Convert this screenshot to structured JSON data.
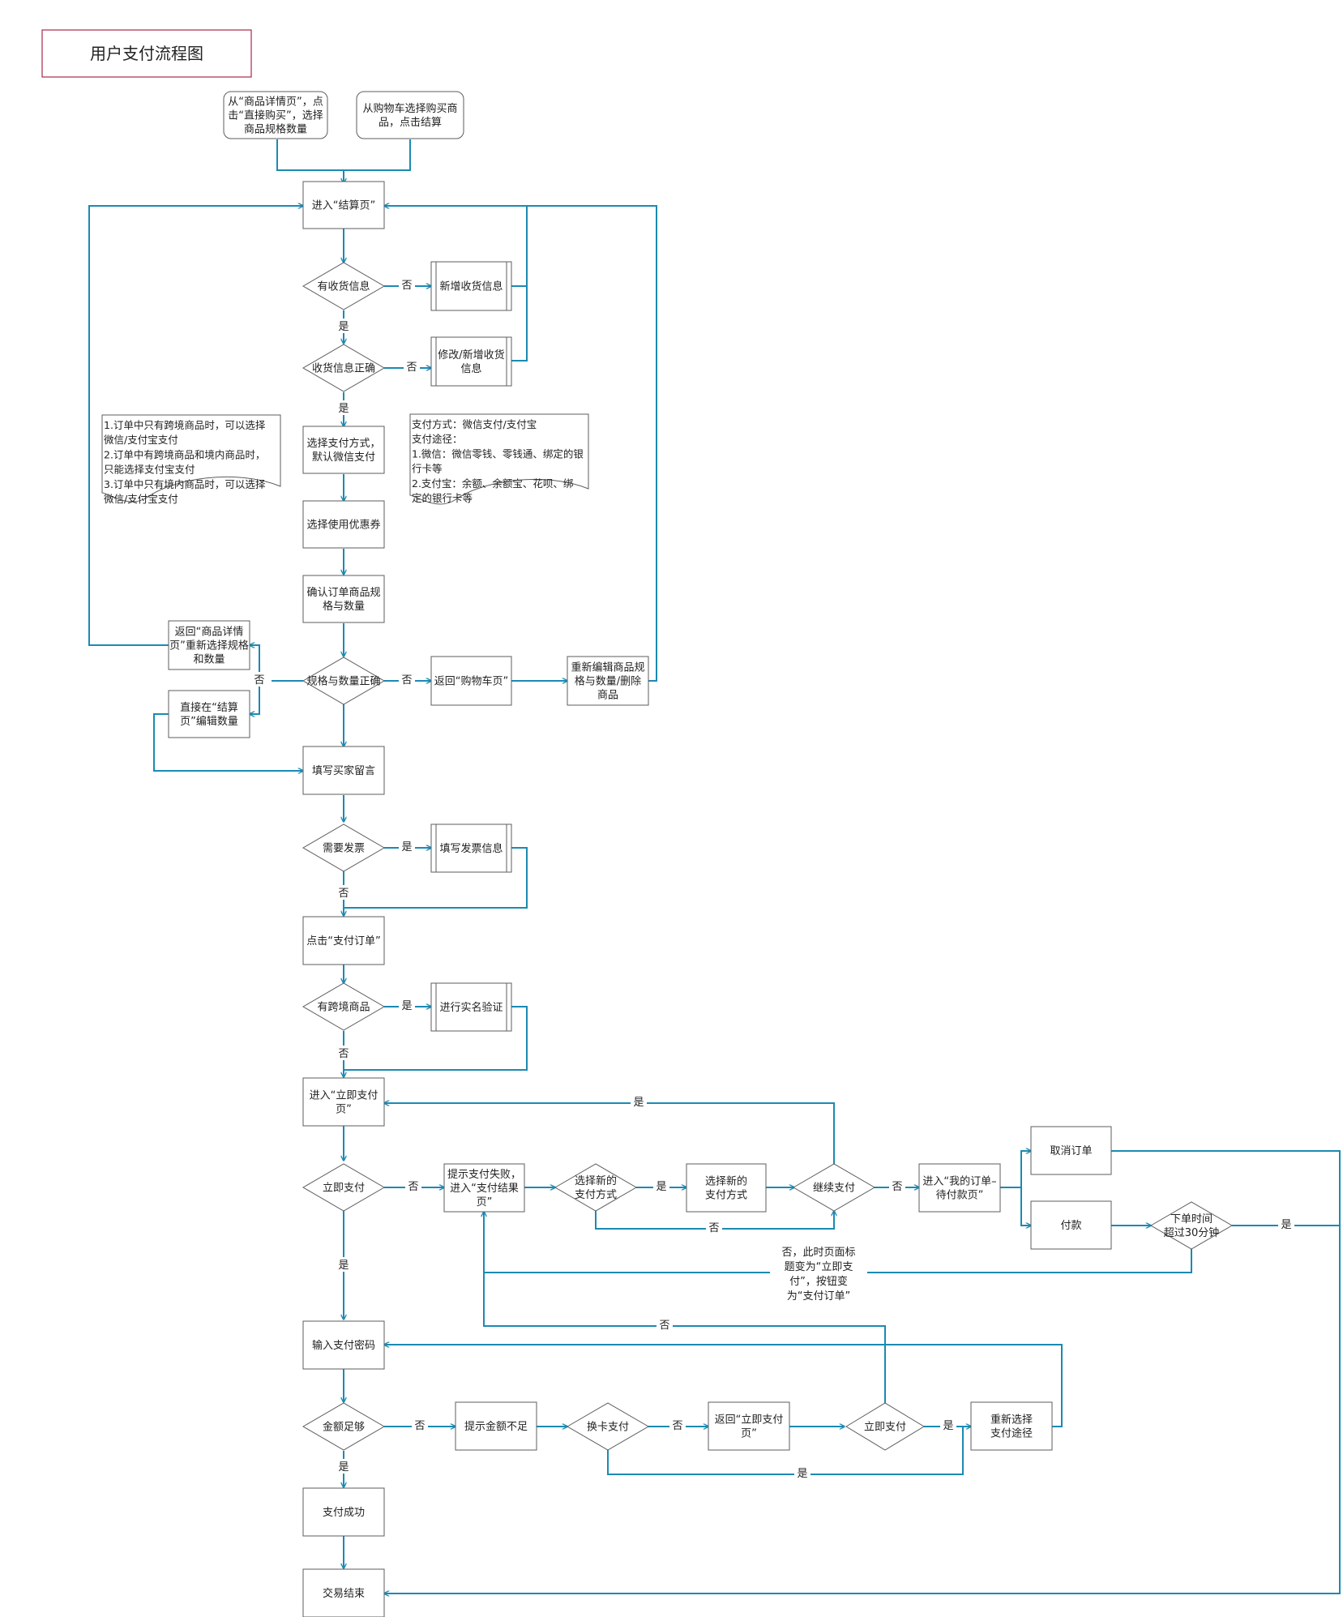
{
  "title": "用户支付流程图",
  "colors": {
    "edge": "#1b8ab3",
    "node_border": "#5c5c5c",
    "title_border": "#a8284a"
  },
  "nodes": {
    "start_detail": [
      "从“商品详情页”，点",
      "击“直接购买”，选择",
      "商品规格数量"
    ],
    "start_cart": [
      "从购物车选择购买商",
      "品，点击结算"
    ],
    "checkout": [
      "进入“结算页”"
    ],
    "has_address": [
      "有收货信息"
    ],
    "add_address": [
      "新增收货信息"
    ],
    "address_correct": [
      "收货信息正确"
    ],
    "edit_address": [
      "修改/新增收货",
      "信息"
    ],
    "choose_payment": [
      "选择支付方式，",
      "默认微信支付"
    ],
    "choose_coupon": [
      "选择使用优惠券"
    ],
    "confirm_spec": [
      "确认订单商品规",
      "格与数量"
    ],
    "spec_correct": [
      "规格与数量正确"
    ],
    "back_detail": [
      "返回“商品详情",
      "页”重新选择规格",
      "和数量"
    ],
    "edit_on_checkout": [
      "直接在“结算",
      "页”编辑数量"
    ],
    "back_cart": [
      "返回“购物车页”"
    ],
    "reedit_cart": [
      "重新编辑商品规",
      "格与数量/删除",
      "商品"
    ],
    "buyer_message": [
      "填写买家留言"
    ],
    "need_invoice": [
      "需要发票"
    ],
    "fill_invoice": [
      "填写发票信息"
    ],
    "click_pay_order": [
      "点击“支付订单”"
    ],
    "has_crossborder": [
      "有跨境商品"
    ],
    "realname_verify": [
      "进行实名验证"
    ],
    "pay_now_page": [
      "进入“立即支付",
      "页”"
    ],
    "pay_now": [
      "立即支付"
    ],
    "pay_fail": [
      "提示支付失败，",
      "进入“支付结果",
      "页”"
    ],
    "choose_new_method_q": [
      "选择新的",
      "支付方式"
    ],
    "choose_new_method": [
      "选择新的",
      "支付方式"
    ],
    "continue_pay": [
      "继续支付"
    ],
    "my_orders": [
      "进入“我的订单–",
      "待付款页”"
    ],
    "cancel_order": [
      "取消订单"
    ],
    "pay": [
      "付款"
    ],
    "timeout": [
      "下单时间",
      "超过30分钟"
    ],
    "enter_password": [
      "输入支付密码"
    ],
    "amount_enough": [
      "金额足够"
    ],
    "insufficient": [
      "提示金额不足"
    ],
    "change_card": [
      "换卡支付"
    ],
    "back_pay_now": [
      "返回“立即支付",
      "页”"
    ],
    "pay_now2": [
      "立即支付"
    ],
    "reselect_route": [
      "重新选择",
      "支付途径"
    ],
    "pay_success": [
      "支付成功"
    ],
    "deal_end": [
      "交易结束"
    ]
  },
  "notes": {
    "left_note": [
      "1.订单中只有跨境商品时，可以选择",
      "微信/支付宝支付",
      "2.订单中有跨境商品和境内商品时，",
      "只能选择支付宝支付",
      "3.订单中只有境内商品时，可以选择",
      "微信/支付宝支付"
    ],
    "right_note": [
      "支付方式：微信支付/支付宝",
      "支付途径：",
      "1.微信：微信零钱、零钱通、绑定的银",
      "行卡等",
      "2.支付宝：余额、余额宝、花呗、绑",
      "定的银行卡等"
    ]
  },
  "edge_labels": {
    "no": "否",
    "yes": "是",
    "timeout_note": [
      "否，此时页面标",
      "题变为“立即支",
      "付”，按钮变",
      "为“支付订单”"
    ]
  }
}
